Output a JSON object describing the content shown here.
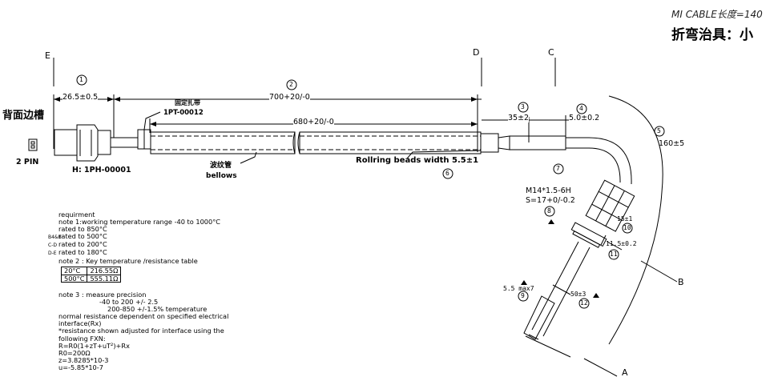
{
  "header": {
    "cable_length_label": "MI CABLE长度=140",
    "fixture_label": "折弯治具：小"
  },
  "left": {
    "side_label": "背面边槽",
    "pin_label": "2 PIN",
    "housing_label": "H: 1PH-00001"
  },
  "section_letters": {
    "e": "E",
    "d": "D",
    "c": "C",
    "b": "B",
    "a": "A"
  },
  "balloons": {
    "b1": "1",
    "b2": "2",
    "b3": "3",
    "b4": "4",
    "b5": "5",
    "b6": "6",
    "b7": "7",
    "b8": "8",
    "b9": "9",
    "b10": "10",
    "b11": "11",
    "b12": "12"
  },
  "dims": {
    "d1": "26.5±0.5",
    "d2": "700+20/-0",
    "d680": "680+20/-0",
    "d3": "35±2",
    "d4": "5.0±0.2",
    "d5": "160±5",
    "d10": "15±1",
    "d11": "11.5±0.2",
    "d9": "5.5 max7",
    "d12": "50±3"
  },
  "callouts": {
    "tie_cn": "固定扎带",
    "tie_part": "1PT-00012",
    "bellows_cn": "波纹管",
    "bellows_en": "bellows",
    "beads": "Rollring beads width 5.5±1",
    "thread": "M14*1.5-6H",
    "s_dim": "S=17+0/-0.2"
  },
  "notes": {
    "lines": [
      "requirment",
      "note 1:working temperature range -40 to 1000°C",
      "rated to 850°C",
      "rated to 500°C",
      "rated to 200°C",
      "rated to 180°C",
      "note 2 : Key temperature /resistance table",
      "note 3 : measure precision",
      "-40 to 200 +/- 2.5",
      "200-850 +/-1.5% temperature",
      "normal resistance dependent on specified electrical",
      "interface(Rx)",
      "*resistance shown adjusted for interface using the",
      "following FXN:",
      "R=R0(1+zT+uT²)+Rx",
      "R0=200Ω",
      "z=3.8285*10-3",
      "u=-5.85*10-7"
    ],
    "prefixes": [
      "B4&B",
      "C-D",
      "D-E"
    ],
    "table": [
      [
        "20°C",
        "216.55Ω"
      ],
      [
        "500°C",
        "555.11Ω"
      ]
    ]
  }
}
